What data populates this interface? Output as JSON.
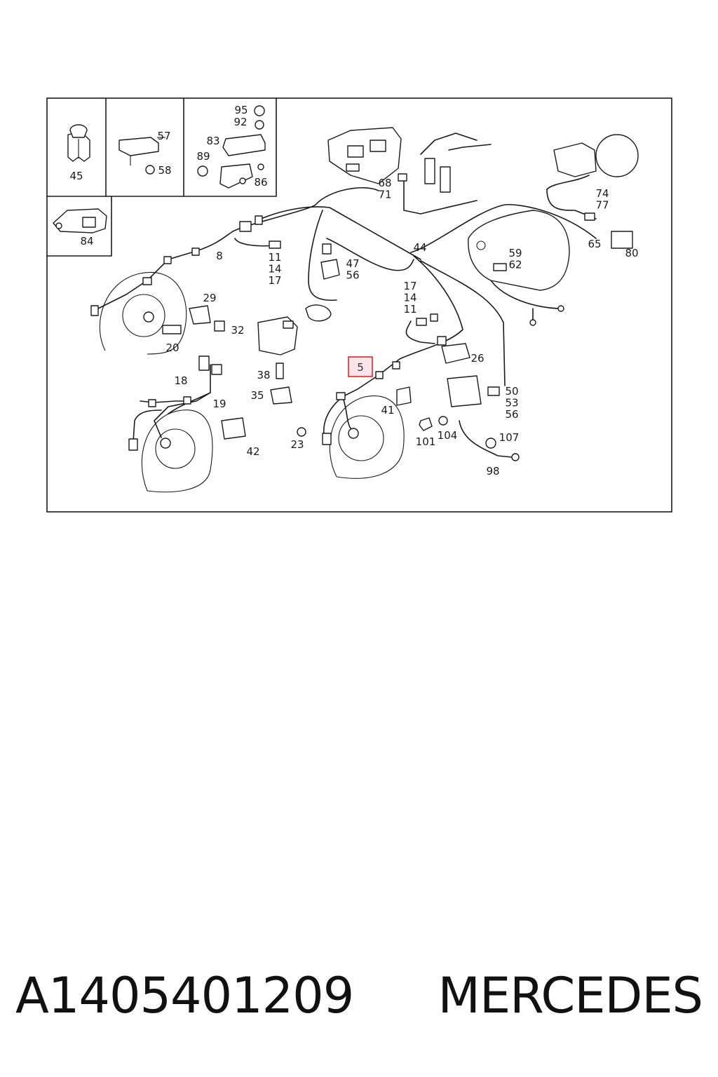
{
  "diagram": {
    "callouts": [
      {
        "id": "c45",
        "lines": [
          "45"
        ]
      },
      {
        "id": "c57",
        "lines": [
          "57"
        ]
      },
      {
        "id": "c58",
        "lines": [
          "58"
        ]
      },
      {
        "id": "c95",
        "lines": [
          "95"
        ]
      },
      {
        "id": "c92",
        "lines": [
          "92"
        ]
      },
      {
        "id": "c83",
        "lines": [
          "83"
        ]
      },
      {
        "id": "c89",
        "lines": [
          "89"
        ]
      },
      {
        "id": "c86",
        "lines": [
          "86"
        ]
      },
      {
        "id": "c84",
        "lines": [
          "84"
        ]
      },
      {
        "id": "c68",
        "lines": [
          "68",
          "71"
        ]
      },
      {
        "id": "c74",
        "lines": [
          "74",
          "77"
        ]
      },
      {
        "id": "c65",
        "lines": [
          "65"
        ]
      },
      {
        "id": "c80",
        "lines": [
          "80"
        ]
      },
      {
        "id": "c8",
        "lines": [
          "8"
        ]
      },
      {
        "id": "c11a",
        "lines": [
          "11",
          "14",
          "17"
        ]
      },
      {
        "id": "c44",
        "lines": [
          "44"
        ]
      },
      {
        "id": "c47",
        "lines": [
          "47",
          "56"
        ]
      },
      {
        "id": "c59",
        "lines": [
          "59",
          "62"
        ]
      },
      {
        "id": "c29",
        "lines": [
          "29"
        ]
      },
      {
        "id": "c32",
        "lines": [
          "32"
        ]
      },
      {
        "id": "c20",
        "lines": [
          "20"
        ]
      },
      {
        "id": "c17b",
        "lines": [
          "17",
          "14",
          "11"
        ]
      },
      {
        "id": "c26",
        "lines": [
          "26"
        ]
      },
      {
        "id": "c18",
        "lines": [
          "18"
        ]
      },
      {
        "id": "c19",
        "lines": [
          "19"
        ]
      },
      {
        "id": "c38",
        "lines": [
          "38"
        ]
      },
      {
        "id": "c35",
        "lines": [
          "35"
        ]
      },
      {
        "id": "c41",
        "lines": [
          "41"
        ]
      },
      {
        "id": "c50",
        "lines": [
          "50",
          "53",
          "56"
        ]
      },
      {
        "id": "c42",
        "lines": [
          "42"
        ]
      },
      {
        "id": "c23",
        "lines": [
          "23"
        ]
      },
      {
        "id": "c101",
        "lines": [
          "101"
        ]
      },
      {
        "id": "c104",
        "lines": [
          "104"
        ]
      },
      {
        "id": "c107",
        "lines": [
          "107"
        ]
      },
      {
        "id": "c98",
        "lines": [
          "98"
        ]
      }
    ],
    "highlighted_callout": "5",
    "highlight_color": "#e0262b",
    "highlight_fill": "#f8e4ea"
  },
  "footer": {
    "part_number": "A1405401209",
    "brand": "MERCEDES"
  }
}
